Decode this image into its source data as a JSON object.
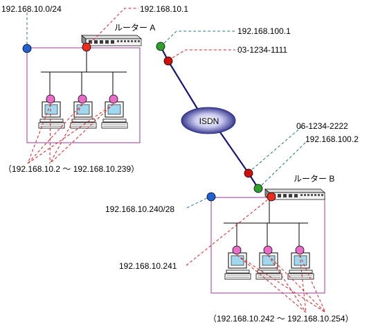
{
  "labels": {
    "net_a": "192.168.10.0/24",
    "router_a_lan_ip": "192.168.10.1",
    "router_a_name": "ルーター A",
    "router_a_wan_ip": "192.168.100.1",
    "router_a_phone": "03-1234-1111",
    "isdn": "ISDN",
    "router_b_phone": "06-1234-2222",
    "router_b_wan_ip": "192.168.100.2",
    "router_b_name": "ルーター B",
    "net_b": "192.168.10.240/28",
    "router_b_lan_ip": "192.168.10.241",
    "hosts_a_range": "（192.168.10.2 ～ 192.168.10.239）",
    "hosts_b_range": "（192.168.10.242 ～ 192.168.10.254）"
  },
  "colors": {
    "network_border": "#9a3a9a",
    "red_leader": "#e02020",
    "blue_leader": "#2b6fa8",
    "teal_leader": "#207a78",
    "isdn_line": "#15157a",
    "node_blue": "#2060d0",
    "node_red": "#ee2a1c",
    "node_green": "#2da02d",
    "node_darkred": "#cc1010",
    "node_pink": "#e86cc8"
  },
  "icons": [
    "router-icon",
    "computer-icon",
    "isdn-cloud-icon"
  ]
}
